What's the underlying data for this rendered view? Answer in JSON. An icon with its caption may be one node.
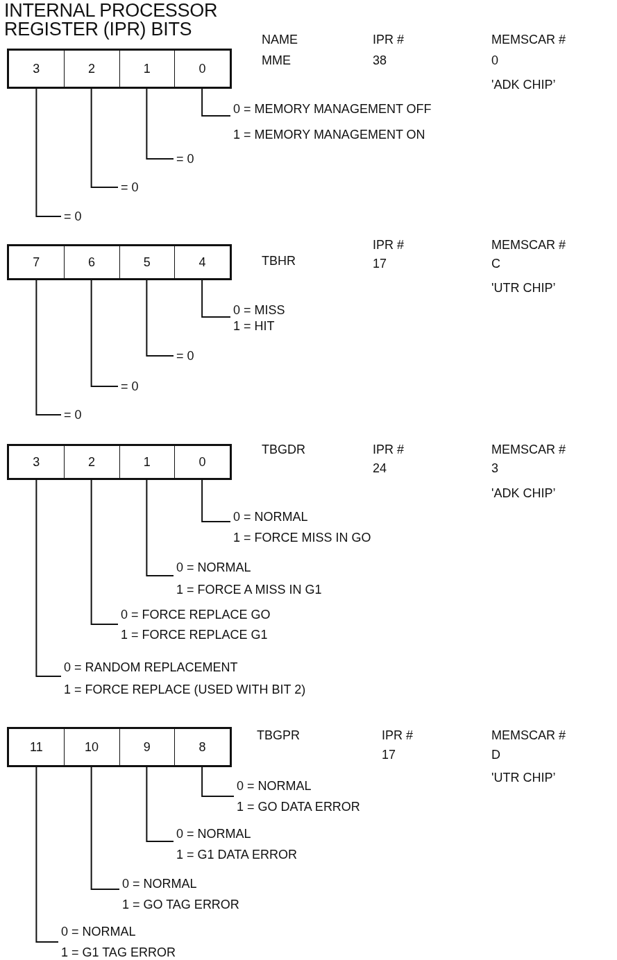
{
  "diagram": {
    "title": "INTERNAL PROCESSOR REGISTER (IPR) BITS",
    "nodes": [
      {
        "text": [],
        "shape": "box"
      },
      {
        "text": [
          "3"
        ],
        "in": 0
      },
      {
        "text": [
          "2"
        ],
        "in": 0
      },
      {
        "text": [
          "1"
        ],
        "in": 0
      },
      {
        "text": [
          "0"
        ],
        "in": 0
      },
      {
        "text": [
          "0 = MEMORY MANAGEMENT OFF",
          "1 = MEMORY MANAGEMENT ON"
        ]
      },
      {
        "text": [
          "= 0"
        ]
      },
      {
        "text": [
          "= 0"
        ]
      },
      {
        "text": [
          "= 0"
        ]
      },
      {
        "text": [],
        "shape": "box"
      },
      {
        "text": [
          "7"
        ],
        "in": 9
      },
      {
        "text": [
          "6"
        ],
        "in": 9
      },
      {
        "text": [
          "5"
        ],
        "in": 9
      },
      {
        "text": [
          "4"
        ],
        "in": 9
      },
      {
        "text": [
          "0 = MISS",
          "1 = HIT"
        ]
      },
      {
        "text": [
          "= 0"
        ]
      },
      {
        "text": [
          "= 0"
        ]
      },
      {
        "text": [
          "= 0"
        ]
      },
      {
        "text": [],
        "shape": "box"
      },
      {
        "text": [
          "3"
        ],
        "in": 18
      },
      {
        "text": [
          "2"
        ],
        "in": 18
      },
      {
        "text": [
          "1"
        ],
        "in": 18
      },
      {
        "text": [
          "0"
        ],
        "in": 18
      },
      {
        "text": [
          "0 = NORMAL",
          "1 = FORCE MISS IN GO"
        ]
      },
      {
        "text": [
          "0 = NORMAL",
          "1 = FORCE A MISS IN G1"
        ]
      },
      {
        "text": [
          "0 = FORCE REPLACE GO",
          "1 = FORCE REPLACE G1"
        ]
      },
      {
        "text": [
          "0 = RANDOM REPLACEMENT",
          "1 = FORCE REPLACE (USED WITH BIT 2)"
        ]
      },
      {
        "text": [],
        "shape": "box"
      },
      {
        "text": [
          "11"
        ],
        "in": 27
      },
      {
        "text": [
          "10"
        ],
        "in": 27
      },
      {
        "text": [
          "9"
        ],
        "in": 27
      },
      {
        "text": [
          "8"
        ],
        "in": 27
      },
      {
        "text": [
          "0 = NORMAL",
          "1 = GO DATA ERROR"
        ]
      },
      {
        "text": [
          "0 = NORMAL",
          "1 = G1 DATA ERROR"
        ]
      },
      {
        "text": [
          "0 = NORMAL",
          "1 = GO TAG ERROR"
        ]
      },
      {
        "text": [
          "0 = NORMAL",
          "1 = G1 TAG ERROR"
        ]
      }
    ],
    "edges": [
      {
        "from": 4,
        "to": 5,
        "arrow": "none"
      },
      {
        "from": 3,
        "to": 6,
        "arrow": "none"
      },
      {
        "from": 2,
        "to": 7,
        "arrow": "none"
      },
      {
        "from": 1,
        "to": 8,
        "arrow": "none"
      },
      {
        "from": 13,
        "to": 14,
        "arrow": "none"
      },
      {
        "from": 12,
        "to": 15,
        "arrow": "none"
      },
      {
        "from": 11,
        "to": 16,
        "arrow": "none"
      },
      {
        "from": 10,
        "to": 17,
        "arrow": "none"
      },
      {
        "from": 22,
        "to": 23,
        "arrow": "none"
      },
      {
        "from": 21,
        "to": 24,
        "arrow": "none"
      },
      {
        "from": 20,
        "to": 25,
        "arrow": "none"
      },
      {
        "from": 19,
        "to": 26,
        "arrow": "none"
      },
      {
        "from": 31,
        "to": 32,
        "arrow": "none"
      },
      {
        "from": 30,
        "to": 33,
        "arrow": "none"
      },
      {
        "from": 29,
        "to": 34,
        "arrow": "none"
      },
      {
        "from": 28,
        "to": 35,
        "arrow": "none"
      }
    ],
    "labels": [
      "NAME",
      "IPR #",
      "MEMSCAR #",
      "MME",
      "38",
      "0",
      "'ADK CHIP’",
      "IPR #",
      "MEMSCAR #",
      "TBHR",
      "17",
      "C",
      "'UTR CHIP’",
      "TBGDR",
      "IPR #",
      "MEMSCAR #",
      "24",
      "3",
      "'ADK CHIP’",
      "TBGPR",
      "IPR #",
      "MEMSCAR #",
      "17",
      "D",
      "'UTR CHIP’"
    ]
  }
}
